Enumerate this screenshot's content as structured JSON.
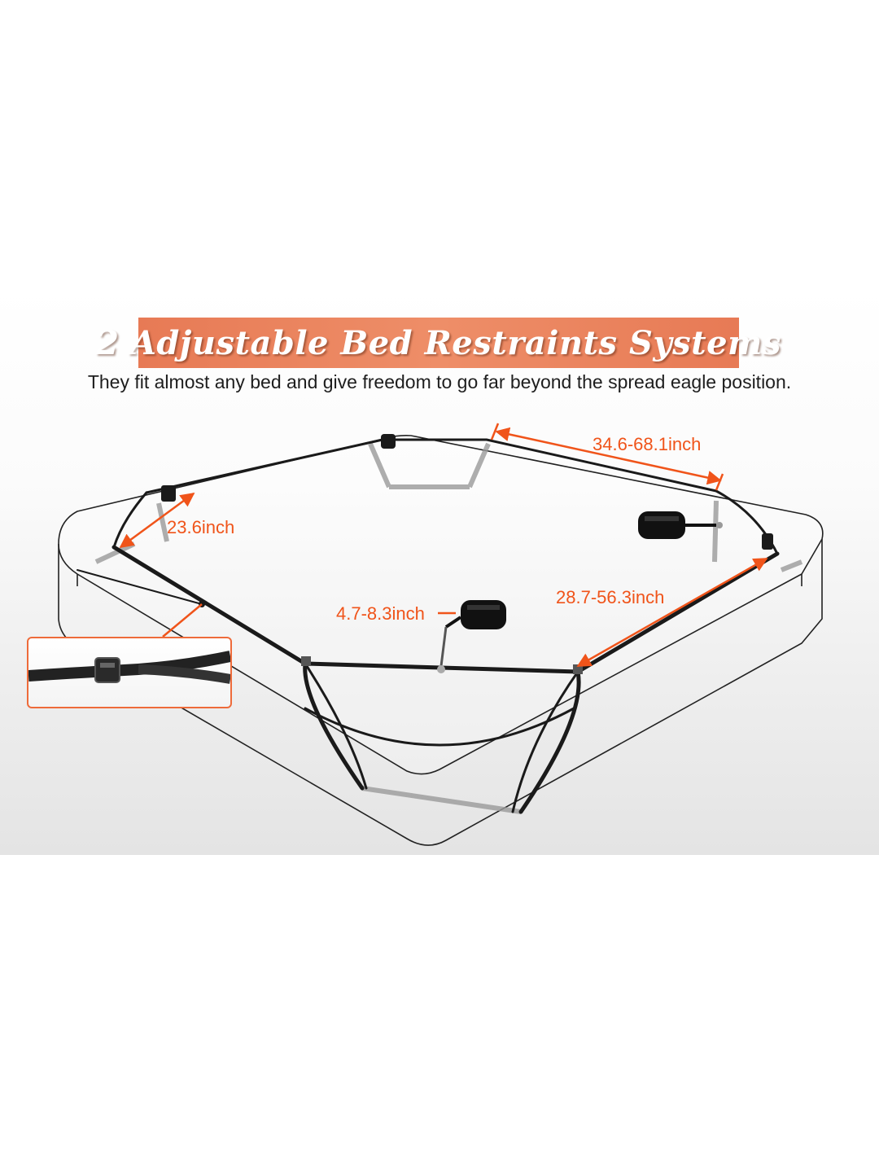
{
  "header": {
    "title": "2 Adjustable Bed Restraints Systems",
    "subtitle": "They fit almost any bed and give freedom to go far beyond the spread eagle position."
  },
  "dimensions": {
    "headboard_strap": "34.6-68.1inch",
    "corner_strap": "23.6inch",
    "side_strap": "28.7-56.3inch",
    "cuff_tether": "4.7-8.3inch"
  },
  "colors": {
    "accent": "#f0541a",
    "banner": "#ec8663",
    "strap": "#1a1a1a"
  },
  "icons": {
    "inset": "strap-buckle-closeup",
    "cuff": "restraint-cuff-icon"
  }
}
